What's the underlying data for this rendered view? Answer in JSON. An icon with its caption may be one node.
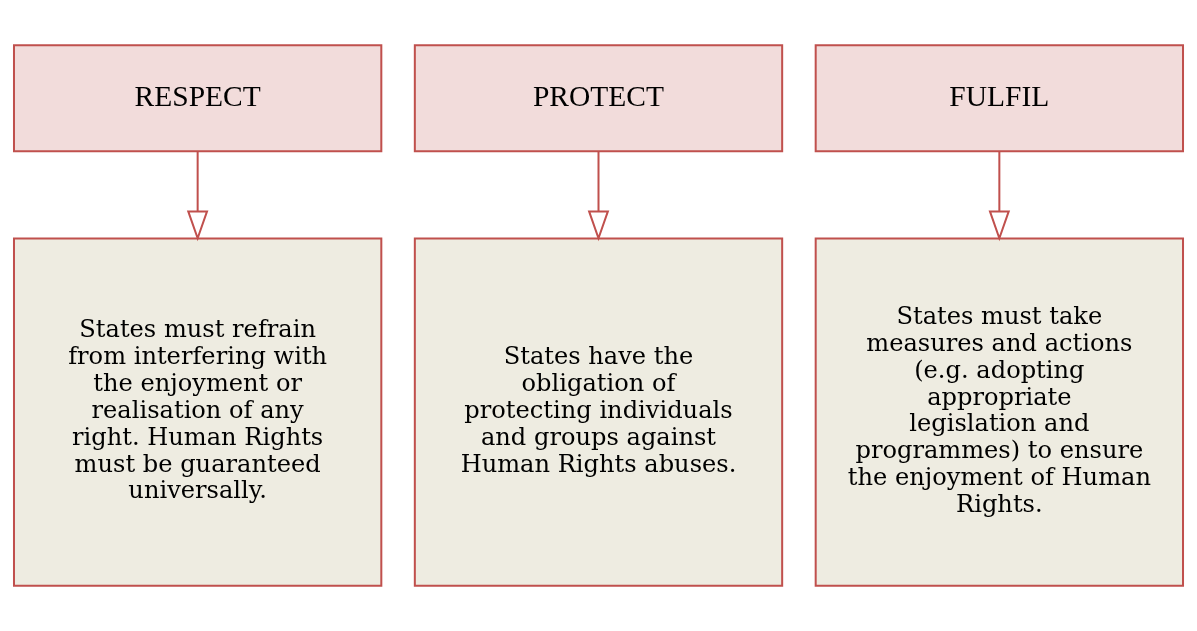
{
  "diagram": {
    "nodes": [
      {
        "text": [
          "RESPECT"
        ]
      },
      {
        "text": [
          "PROTECT"
        ]
      },
      {
        "text": [
          "FULFIL"
        ]
      },
      {
        "text": [
          "States must refrain from interfering with the enjoyment or realisation of any right. Human Rights must be guaranteed universally."
        ]
      },
      {
        "text": [
          "States have the obligation of protecting individuals and groups against Human Rights abuses."
        ]
      },
      {
        "text": [
          "States must take measures and actions (e.g. adopting appropriate legislation and programmes) to ensure the enjoyment of Human Rights."
        ]
      }
    ],
    "edges": [
      {
        "from": 0,
        "to": 3,
        "arrow": "to"
      },
      {
        "from": 1,
        "to": 4,
        "arrow": "to"
      },
      {
        "from": 2,
        "to": 5,
        "arrow": "to"
      }
    ]
  }
}
